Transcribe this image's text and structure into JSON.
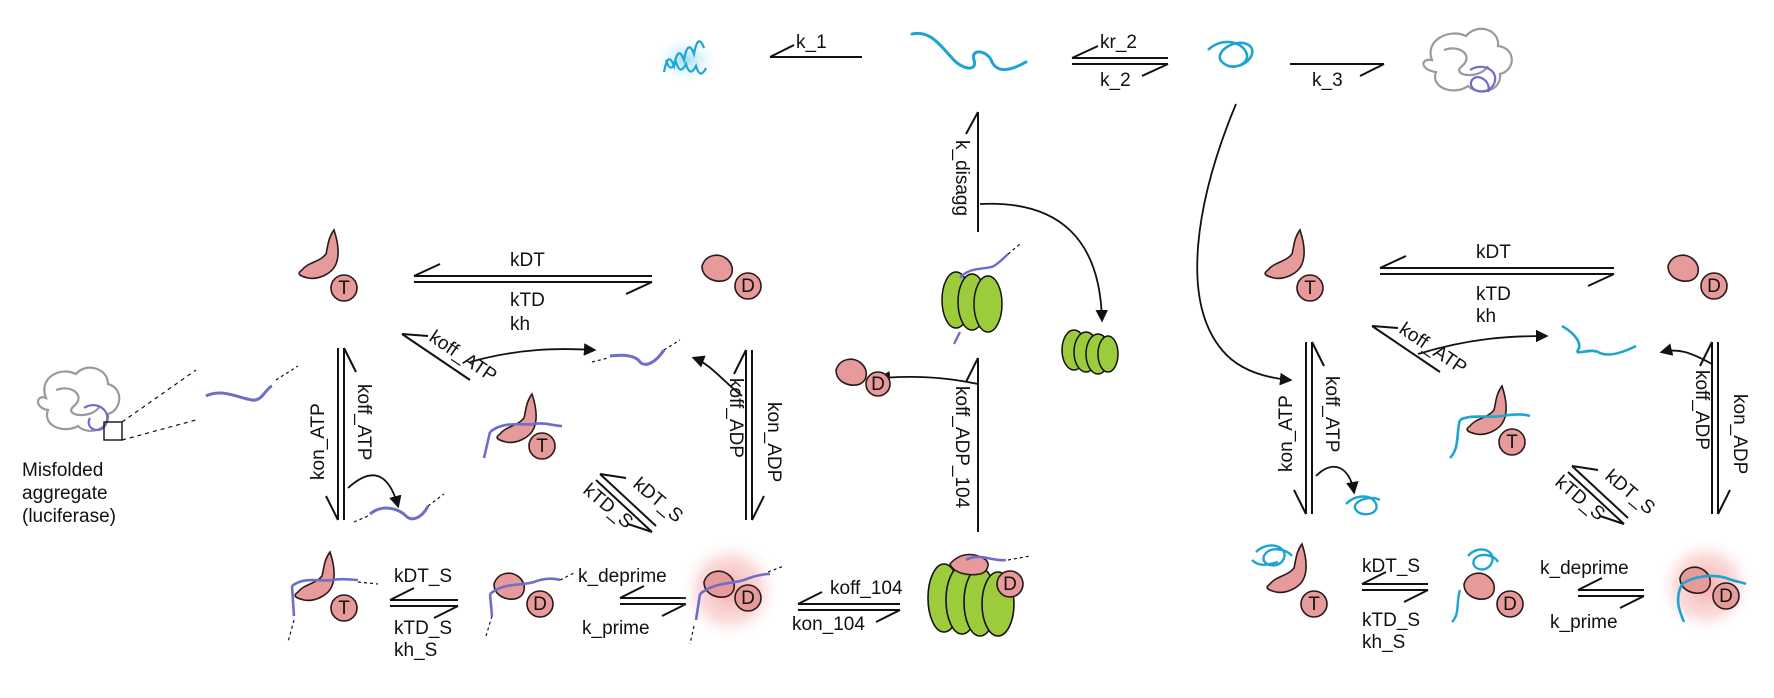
{
  "top_row": {
    "k1": "k_1",
    "kr2": "kr_2",
    "k2": "k_2",
    "k3": "k_3"
  },
  "disaggregation": {
    "k_disagg": "k_disagg",
    "koff_ADP_104": "koff_ADP_104",
    "koff_104": "koff_104",
    "kon_104": "kon_104"
  },
  "aggregate_label": [
    "Misfolded",
    "aggregate",
    "(luciferase)"
  ],
  "left_cycle": {
    "kDT": "kDT",
    "kTD": "kTD",
    "kh": "kh",
    "koff_ATP_diag": "koff_ATP",
    "koff_ATP": "koff_ATP",
    "kon_ATP": "kon_ATP",
    "kon_ADP": "kon_ADP",
    "koff_ADP": "koff_ADP",
    "kDT_S_diag": "kDT_S",
    "kTD_S_diag": "kTD_S",
    "kDT_S": "kDT_S",
    "kTD_S": "kTD_S",
    "kh_S": "kh_S",
    "k_deprime": "k_deprime",
    "k_prime": "k_prime"
  },
  "right_cycle": {
    "kDT": "kDT",
    "kTD": "kTD",
    "kh": "kh",
    "koff_ATP_diag": "koff_ATP",
    "koff_ATP": "koff_ATP",
    "kon_ATP": "kon_ATP",
    "kon_ADP": "kon_ADP",
    "koff_ADP": "koff_ADP",
    "kDT_S_diag": "kDT_S",
    "kTD_S_diag": "kTD_S",
    "kDT_S": "kDT_S",
    "kTD_S": "kTD_S",
    "kh_S": "kh_S",
    "k_deprime": "k_deprime",
    "k_prime": "k_prime"
  },
  "badges": {
    "T": "T",
    "D": "D"
  },
  "colors": {
    "chaperone": "#e69a9a",
    "chaperone_stroke": "#2a1a1a",
    "substrate_purple": "#6e6ec8",
    "substrate_cyan": "#1ea4d2",
    "disaggregase_green": "#9ccc3c",
    "aggregate_gray": "#9a9a9a",
    "glow_red": "#f7b3b3"
  }
}
